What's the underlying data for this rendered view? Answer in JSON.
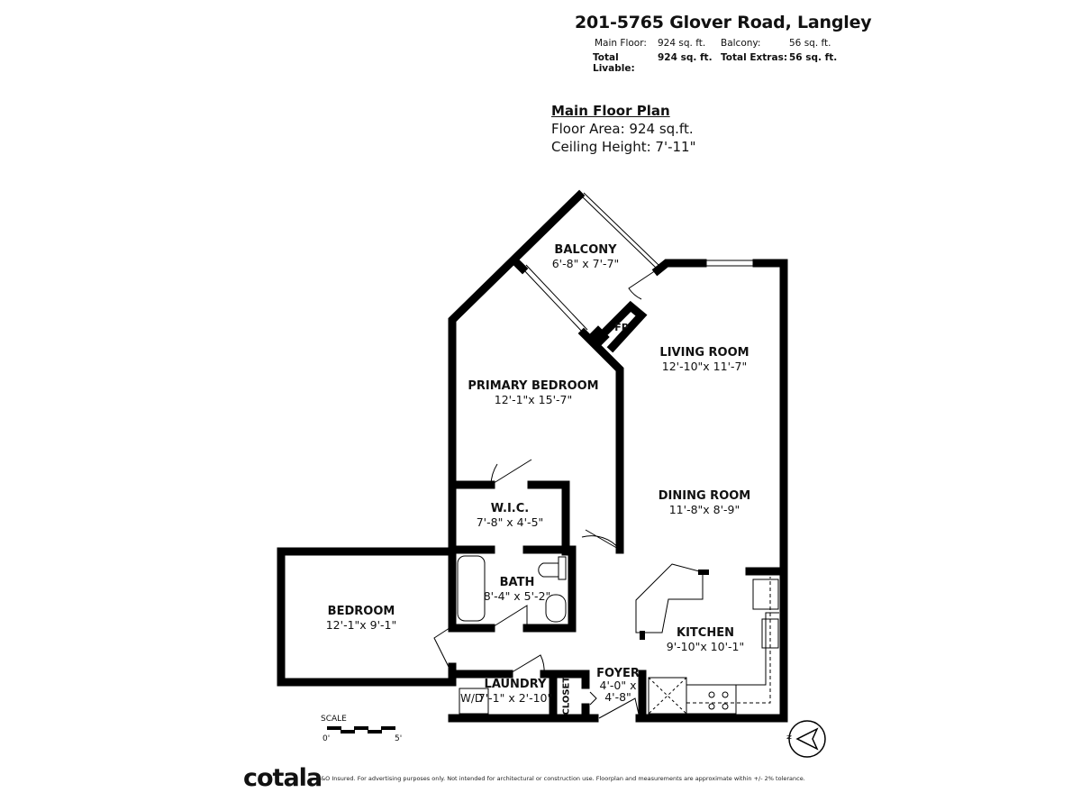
{
  "header": {
    "address": "201-5765 Glover Road, Langley",
    "summary": {
      "main_floor_label": "Main Floor:",
      "main_floor_value": "924 sq. ft.",
      "balcony_label": "Balcony:",
      "balcony_value": "56 sq. ft.",
      "total_livable_label": "Total Livable:",
      "total_livable_value": "924 sq. ft.",
      "total_extras_label": "Total Extras:",
      "total_extras_value": "56 sq. ft."
    }
  },
  "plan": {
    "heading": "Main Floor Plan",
    "floor_area": "Floor Area: 924 sq.ft.",
    "ceiling_height": "Ceiling Height: 7'-11\""
  },
  "rooms": {
    "balcony": {
      "name": "BALCONY",
      "dims": "6'-8\" x 7'-7\""
    },
    "fireplace": {
      "name": "FP"
    },
    "living": {
      "name": "LIVING ROOM",
      "dims": "12'-10\"x 11'-7\""
    },
    "primary": {
      "name": "PRIMARY BEDROOM",
      "dims": "12'-1\"x 15'-7\""
    },
    "dining": {
      "name": "DINING ROOM",
      "dims": "11'-8\"x 8'-9\""
    },
    "wic": {
      "name": "W.I.C.",
      "dims": "7'-8\" x 4'-5\""
    },
    "bath": {
      "name": "BATH",
      "dims": "8'-4\" x 5'-2\""
    },
    "bedroom": {
      "name": "BEDROOM",
      "dims": "12'-1\"x 9'-1\""
    },
    "kitchen": {
      "name": "KITCHEN",
      "dims": "9'-10\"x 10'-1\""
    },
    "laundry": {
      "name": "LAUNDRY",
      "dims": "7'-1\" x 2'-10\"",
      "appliance": "W/D"
    },
    "closet": {
      "name": "CLOSET"
    },
    "foyer": {
      "name": "FOYER",
      "dims_line1": "4'-0\" x",
      "dims_line2": "4'-8\""
    }
  },
  "scale": {
    "label": "SCALE",
    "start": "0'",
    "end": "5'"
  },
  "compass": {
    "label": "N",
    "icon": "compass-north-icon"
  },
  "footer": {
    "logo": "cotala",
    "disclaimer": "E&O Insured. For advertising purposes only. Not intended for architectural or construction use. Floorplan and measurements are approximate within +/- 2% tolerance."
  }
}
